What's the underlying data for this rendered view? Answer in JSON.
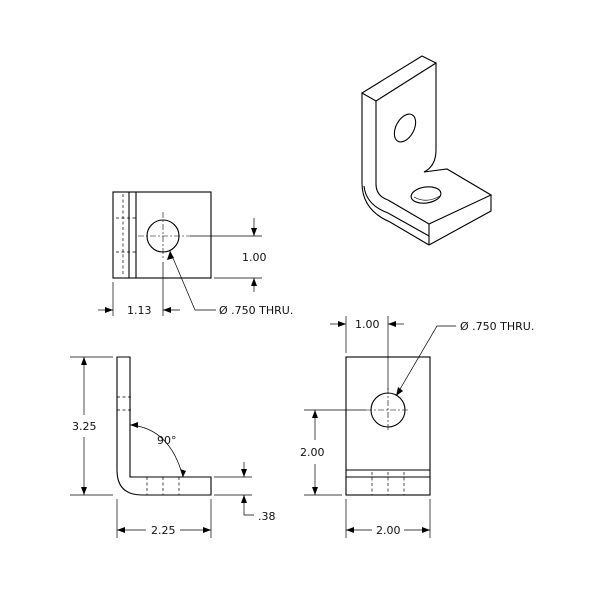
{
  "drawing": {
    "top_view": {
      "hole_callout": "Ø .750 THRU.",
      "dim_vertical": "1.00",
      "dim_horizontal": "1.13"
    },
    "front_view": {
      "dim_height": "3.25",
      "dim_width": "2.25",
      "dim_thickness": ".38",
      "angle": "90°"
    },
    "side_view": {
      "hole_callout": "Ø .750 THRU.",
      "dim_top": "1.00",
      "dim_height": "2.00",
      "dim_width": "2.00"
    }
  }
}
